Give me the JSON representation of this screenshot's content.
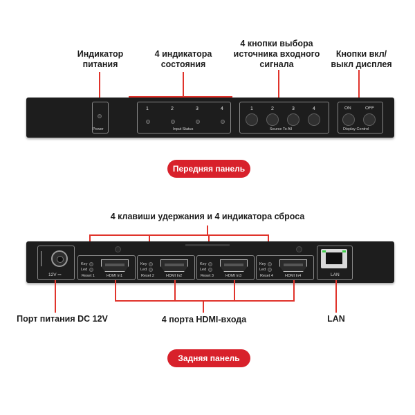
{
  "front": {
    "callouts": {
      "power_indicator": "Индикатор\nпитания",
      "status_indicators": "4 индикатора\nсостояния",
      "source_buttons": "4 кнопки выбора\nисточника входного\nсигнала",
      "display_buttons": "Кнопки вкл/\nвыкл дисплея"
    },
    "labels": {
      "power": "Power",
      "input_status": "Input Status",
      "source_to_all": "Source To All",
      "display_control": "Display Control",
      "on": "ON",
      "off": "OFF"
    },
    "numbers": [
      "1",
      "2",
      "3",
      "4"
    ],
    "panel_caption": "Передняя панель"
  },
  "rear": {
    "callouts": {
      "hold_keys": "4 клавиши удержания и 4 индикатора сброса",
      "dc_port": "Порт питания DC 12V",
      "hdmi_inputs": "4 порта HDMI-входа",
      "lan": "LAN"
    },
    "labels": {
      "dc": "12V ⎓",
      "key": "Key",
      "led": "Led",
      "lan": "LAN"
    },
    "resets": [
      "Reset 1",
      "Reset 2",
      "Reset 3",
      "Reset 4"
    ],
    "hdmi_ports": [
      "HDMI In1",
      "HDMI In2",
      "HDMI In3",
      "HDMI In4"
    ],
    "panel_caption": "Задняя панель"
  },
  "colors": {
    "accent": "#e0332b",
    "label_bg": "#d8212b",
    "panel": "#1d1d1d"
  }
}
